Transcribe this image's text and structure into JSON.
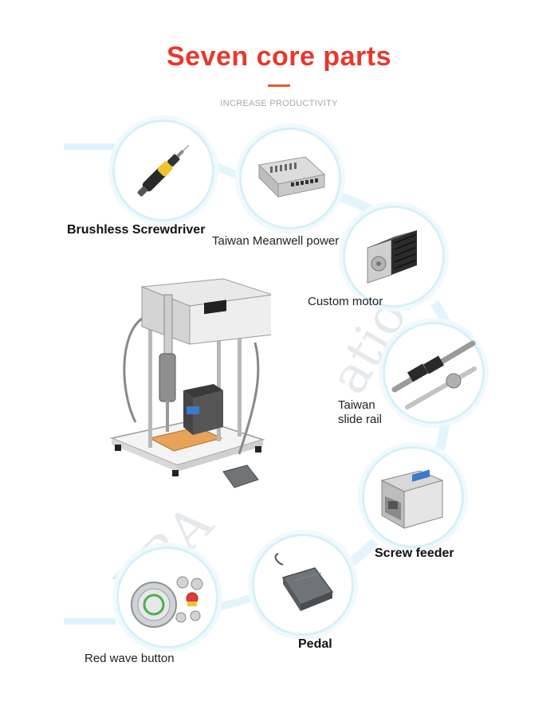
{
  "header": {
    "title": "Seven core parts",
    "subtitle": "INCREASE PRODUCTIVITY"
  },
  "parts": [
    {
      "id": "screwdriver",
      "label": "Brushless Screwdriver",
      "icon": "electric-screwdriver-icon"
    },
    {
      "id": "power",
      "label": "Taiwan Meanwell power",
      "icon": "power-supply-icon"
    },
    {
      "id": "motor",
      "label": "Custom motor",
      "icon": "stepper-motor-icon"
    },
    {
      "id": "rail",
      "label_line1": "Taiwan",
      "label_line2": "slide rail",
      "icon": "slide-rail-icon"
    },
    {
      "id": "feeder",
      "label": "Screw feeder",
      "icon": "screw-feeder-icon"
    },
    {
      "id": "pedal",
      "label": "Pedal",
      "icon": "foot-pedal-icon"
    },
    {
      "id": "button",
      "label": "Red wave button",
      "icon": "push-button-icon"
    }
  ],
  "colors": {
    "title": "#e8372c",
    "accent_bar": "#e85a2a",
    "ring": "#d7f0f8",
    "subtitle": "#a8a8a8"
  }
}
